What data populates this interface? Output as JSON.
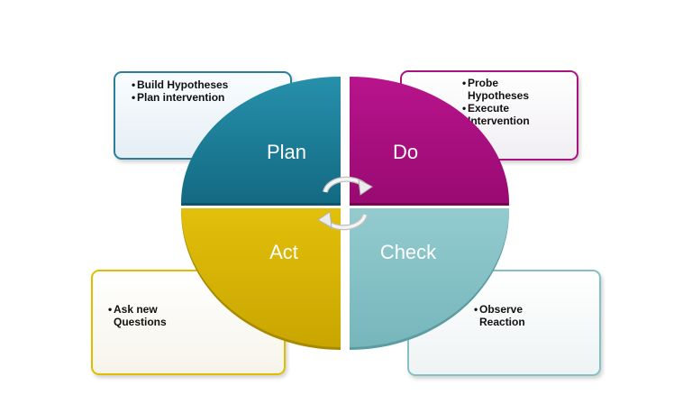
{
  "quadrants": {
    "plan": {
      "label": "Plan",
      "color": "#1b7a93"
    },
    "do": {
      "label": "Do",
      "color": "#a50d7c"
    },
    "act": {
      "label": "Act",
      "color": "#d4b000"
    },
    "check": {
      "label": "Check",
      "color": "#84c1c6"
    }
  },
  "cards": {
    "plan": {
      "items": [
        "Build Hypotheses",
        "Plan intervention"
      ]
    },
    "do": {
      "items": [
        "Probe Hypotheses",
        "Execute Intervention"
      ]
    },
    "act": {
      "items": [
        "Ask new Questions"
      ]
    },
    "check": {
      "items": [
        "Observe Reaction"
      ]
    }
  },
  "center_icon": "cycle-arrows-icon"
}
